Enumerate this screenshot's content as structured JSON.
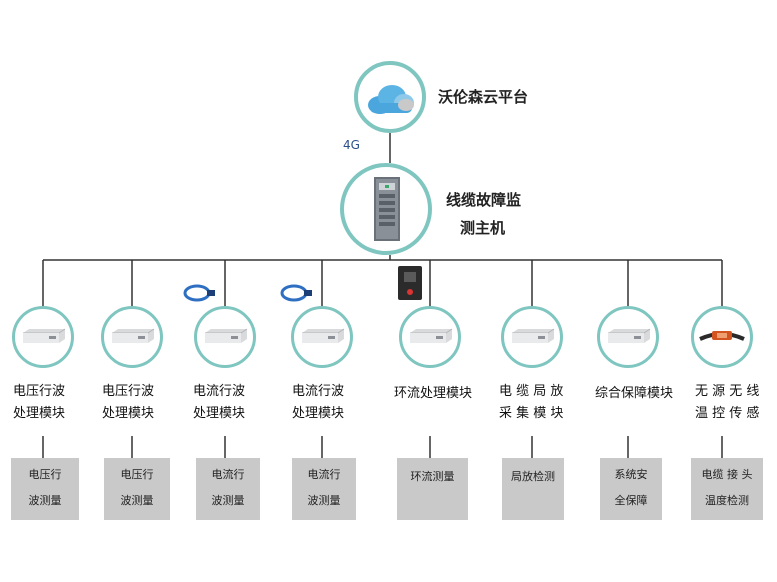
{
  "platform": {
    "name": "沃伦森云平台",
    "icon": "cloud-icon"
  },
  "link": {
    "label": "4G"
  },
  "host": {
    "line1": "线缆故障监",
    "line2": "测主机",
    "icon": "server-cabinet-icon"
  },
  "modules": [
    {
      "id": "m1",
      "icon": "device-unit-icon",
      "attachment": "",
      "label": [
        "电压行波",
        "处理模块"
      ],
      "measure": [
        "电压行",
        "波测量"
      ]
    },
    {
      "id": "m2",
      "icon": "device-unit-icon",
      "attachment": "",
      "label": [
        "电压行波",
        "处理模块"
      ],
      "measure": [
        "电压行",
        "波测量"
      ]
    },
    {
      "id": "m3",
      "icon": "device-unit-icon",
      "attachment": "current-coil-icon",
      "label": [
        "电流行波",
        "处理模块"
      ],
      "measure": [
        "电流行",
        "波测量"
      ]
    },
    {
      "id": "m4",
      "icon": "device-unit-icon",
      "attachment": "current-coil-icon",
      "label": [
        "电流行波",
        "处理模块"
      ],
      "measure": [
        "电流行",
        "波测量"
      ]
    },
    {
      "id": "m5",
      "icon": "device-unit-icon",
      "attachment": "sensor-box-icon",
      "label": [
        "环流处理模块"
      ],
      "measure": [
        "环流测量"
      ]
    },
    {
      "id": "m6",
      "icon": "device-unit-icon",
      "attachment": "",
      "label": [
        "电 缆 局 放",
        "采 集 模 块"
      ],
      "measure": [
        "局放检测"
      ]
    },
    {
      "id": "m7",
      "icon": "device-unit-icon",
      "attachment": "",
      "label": [
        "综合保障模块"
      ],
      "measure": [
        "系统安",
        "全保障"
      ]
    },
    {
      "id": "m8",
      "icon": "temperature-strap-icon",
      "attachment": "",
      "label": [
        "无 源 无 线",
        "温 控 传 感"
      ],
      "measure": [
        "电缆 接 头",
        "温度检测"
      ]
    }
  ]
}
